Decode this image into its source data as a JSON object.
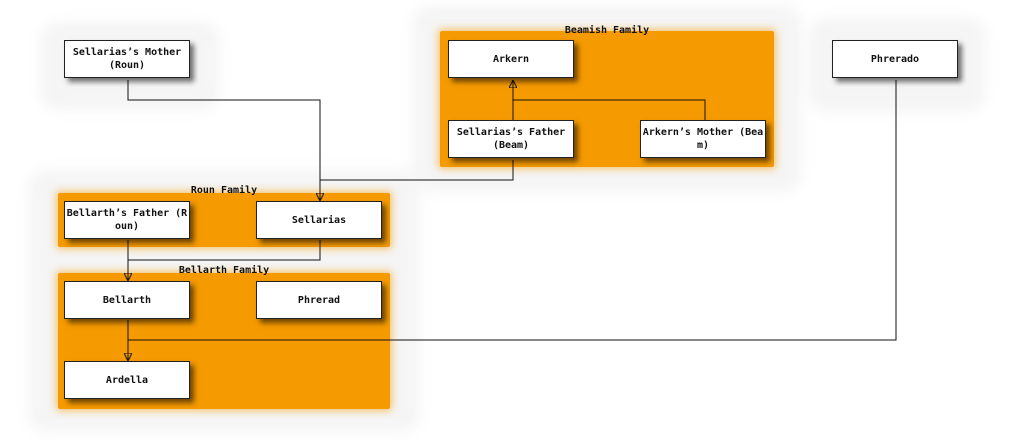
{
  "groups": {
    "beamish": {
      "label": "Beamish Family"
    },
    "roun": {
      "label": "Roun Family"
    },
    "bellarth": {
      "label": "Bellarth Family"
    }
  },
  "people": {
    "sellarias_mother": "Sellarias’s Mother (Roun)",
    "arkern": "Arkern",
    "phrerado": "Phrerado",
    "sellarias_father": "Sellarias’s Father (Beam)",
    "arkern_mother": "Arkern’s Mother (Beam)",
    "bellarth_father": "Bellarth’s Father (Roun)",
    "sellarias": "Sellarias",
    "bellarth": "Bellarth",
    "phrerad": "Phrerad",
    "ardella": "Ardella"
  },
  "colors": {
    "group_fill": "#f59a00",
    "node_fill": "#ffffff",
    "edge": "#111111"
  }
}
